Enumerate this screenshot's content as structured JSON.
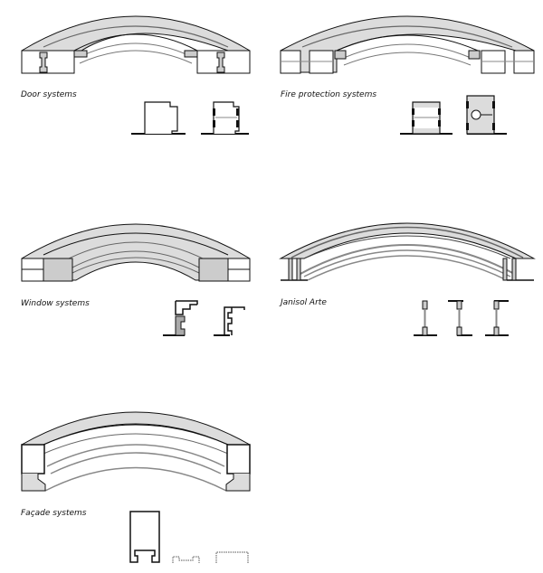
{
  "systems": [
    {
      "id": "door",
      "label": "Door systems",
      "profile_count": 2
    },
    {
      "id": "fire",
      "label": "Fire protection systems",
      "profile_count": 2
    },
    {
      "id": "window",
      "label": "Window systems",
      "profile_count": 2
    },
    {
      "id": "janisol",
      "label": "Janisol Arte",
      "profile_count": 3
    },
    {
      "id": "facade",
      "label": "Façade systems",
      "profile_count": 3
    }
  ],
  "colors": {
    "fill": "#dcdcdc",
    "stroke": "#111111",
    "light_stroke": "#888888",
    "background": "#ffffff"
  }
}
